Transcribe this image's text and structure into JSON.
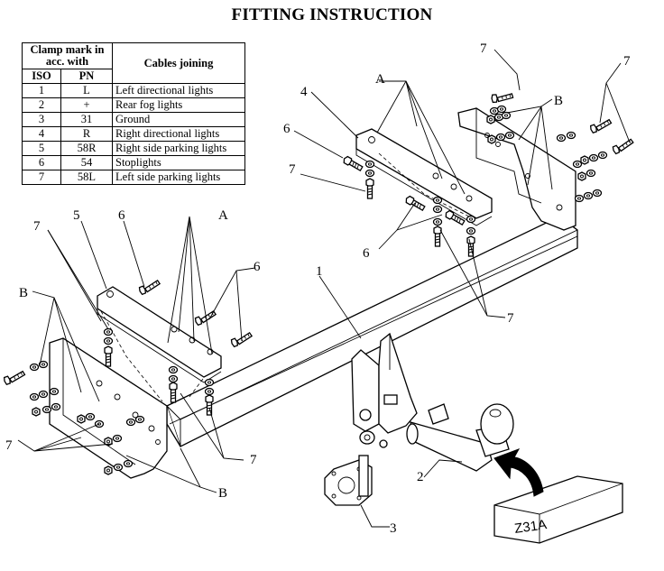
{
  "title": "FITTING INSTRUCTION",
  "table": {
    "header_clamp": "Clamp mark in acc. with",
    "header_cables": "Cables joining",
    "header_iso": "ISO",
    "header_pn": "PN",
    "rows": [
      {
        "iso": "1",
        "pn": "L",
        "cable": "Left directional lights"
      },
      {
        "iso": "2",
        "pn": "+",
        "cable": "Rear fog lights"
      },
      {
        "iso": "3",
        "pn": "31",
        "cable": "Ground"
      },
      {
        "iso": "4",
        "pn": "R",
        "cable": "Right directional lights"
      },
      {
        "iso": "5",
        "pn": "58R",
        "cable": "Right side parking lights"
      },
      {
        "iso": "6",
        "pn": "54",
        "cable": "Stoplights"
      },
      {
        "iso": "7",
        "pn": "58L",
        "cable": "Left side parking lights"
      }
    ]
  },
  "callouts": {
    "c1": "1",
    "c2": "2",
    "c3": "3",
    "c4": "4",
    "c5": "5",
    "c6a": "6",
    "c6b": "6",
    "c6c": "6",
    "c6d": "6",
    "c7a": "7",
    "c7b": "7",
    "c7c": "7",
    "c7d": "7",
    "c7e": "7",
    "c7f": "7",
    "c7g": "7",
    "cAa": "A",
    "cAb": "A",
    "cBa": "B",
    "cBb": "B",
    "cBc": "B"
  },
  "stamp": "Z31A"
}
